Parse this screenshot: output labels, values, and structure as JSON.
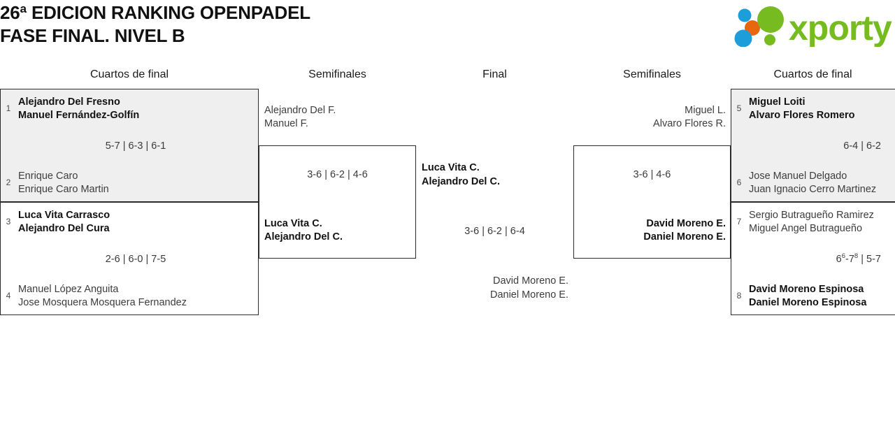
{
  "header": {
    "title": "26ª EDICION RANKING OPENPADEL\nFASE FINAL. NIVEL B",
    "logo": {
      "name": "xporty-logo",
      "wordmark": "xporty",
      "colors": {
        "green": "#76bc21",
        "blue": "#1d9dd9",
        "orange": "#e8660c"
      }
    }
  },
  "rounds": {
    "qf_left": "Cuartos de final",
    "sf_left": "Semifinales",
    "final": "Final",
    "sf_right": "Semifinales",
    "qf_right": "Cuartos de final"
  },
  "bracket": {
    "qf1": {
      "side": "left",
      "highlight": true,
      "score": "5-7 | 6-3 | 6-1",
      "top": {
        "seed": "1",
        "player1": "Alejandro Del Fresno",
        "player2": "Manuel Fernández-Golfín",
        "winner": true
      },
      "bottom": {
        "seed": "2",
        "player1": "Enrique Caro",
        "player2": "Enrique Caro Martin",
        "winner": false
      }
    },
    "qf2": {
      "side": "left",
      "highlight": false,
      "score": "2-6 | 6-0 | 7-5",
      "top": {
        "seed": "3",
        "player1": "Luca Vita Carrasco",
        "player2": "Alejandro Del Cura",
        "winner": true
      },
      "bottom": {
        "seed": "4",
        "player1": "Manuel López Anguita",
        "player2": "Jose Mosquera Mosquera Fernandez",
        "winner": false
      }
    },
    "sf_left": {
      "side": "left",
      "score": "3-6 | 6-2 | 4-6",
      "top": {
        "player1": "Alejandro Del F.",
        "player2": "Manuel F.",
        "winner": false
      },
      "bottom": {
        "player1": "Luca Vita C.",
        "player2": "Alejandro Del C.",
        "winner": true
      }
    },
    "final": {
      "score": "3-6 | 6-2 | 6-4",
      "top": {
        "player1": "Luca Vita C.",
        "player2": "Alejandro Del C.",
        "winner": true
      },
      "bottom": {
        "player1": "David Moreno E.",
        "player2": "Daniel Moreno E.",
        "winner": false
      }
    },
    "sf_right": {
      "side": "right",
      "score": "3-6 | 4-6",
      "top": {
        "player1": "Miguel L.",
        "player2": "Alvaro Flores R.",
        "winner": false
      },
      "bottom": {
        "player1": "David Moreno E.",
        "player2": "Daniel Moreno E.",
        "winner": true
      }
    },
    "qf3": {
      "side": "right",
      "highlight": true,
      "score": "6-4 | 6-2",
      "top": {
        "seed": "5",
        "player1": "Miguel Loiti",
        "player2": "Alvaro Flores Romero",
        "winner": true
      },
      "bottom": {
        "seed": "6",
        "player1": "Jose Manuel Delgado",
        "player2": "Juan Ignacio Cerro Martinez",
        "winner": false
      }
    },
    "qf4": {
      "side": "right",
      "highlight": false,
      "score_html": "6<sup>6</sup>-7<sup>8</sup> | 5-7",
      "score": "66-78 | 5-7",
      "top": {
        "seed": "7",
        "player1": "Sergio Butragueño Ramirez",
        "player2": "Miguel Angel Butragueño",
        "winner": false
      },
      "bottom": {
        "seed": "8",
        "player1": "David Moreno Espinosa",
        "player2": "Daniel Moreno Espinosa",
        "winner": true
      }
    }
  }
}
